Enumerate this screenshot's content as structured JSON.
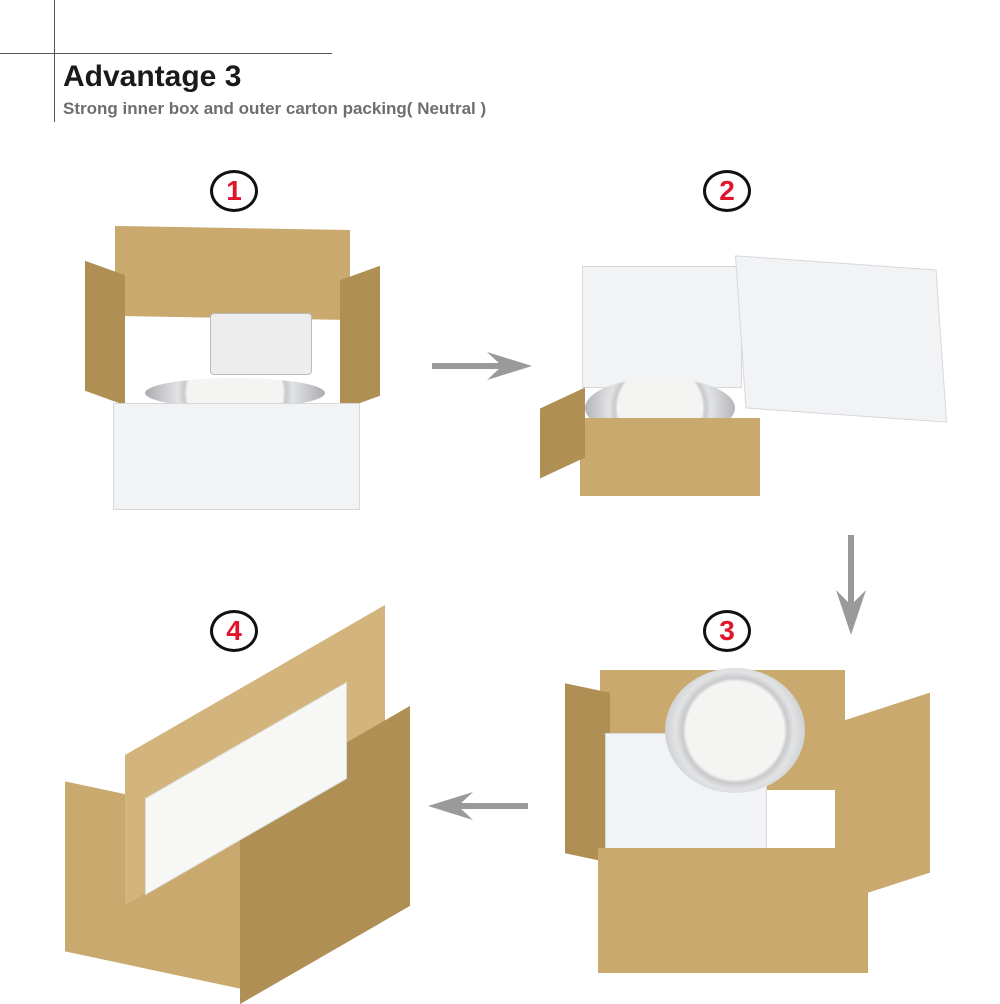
{
  "header": {
    "title": "Advantage 3",
    "subtitle": "Strong inner box and outer carton packing( Neutral )"
  },
  "steps": [
    {
      "number": "1",
      "description_icon": "open-inner-box-with-driver-and-lamp"
    },
    {
      "number": "2",
      "description_icon": "lamp-in-white-inner-box"
    },
    {
      "number": "3",
      "description_icon": "inner-boxes-in-outer-carton"
    },
    {
      "number": "4",
      "description_icon": "sealed-outer-carton-with-label"
    }
  ],
  "arrows": [
    {
      "from": "1",
      "to": "2",
      "direction": "right"
    },
    {
      "from": "2",
      "to": "3",
      "direction": "down"
    },
    {
      "from": "3",
      "to": "4",
      "direction": "left"
    }
  ],
  "colors": {
    "badge_number": "#e0142a",
    "badge_border": "#111111",
    "arrow": "#9a9a9a",
    "title": "#1a1a1a",
    "subtitle": "#6e6e6e",
    "cardboard": "#c9a96e"
  }
}
